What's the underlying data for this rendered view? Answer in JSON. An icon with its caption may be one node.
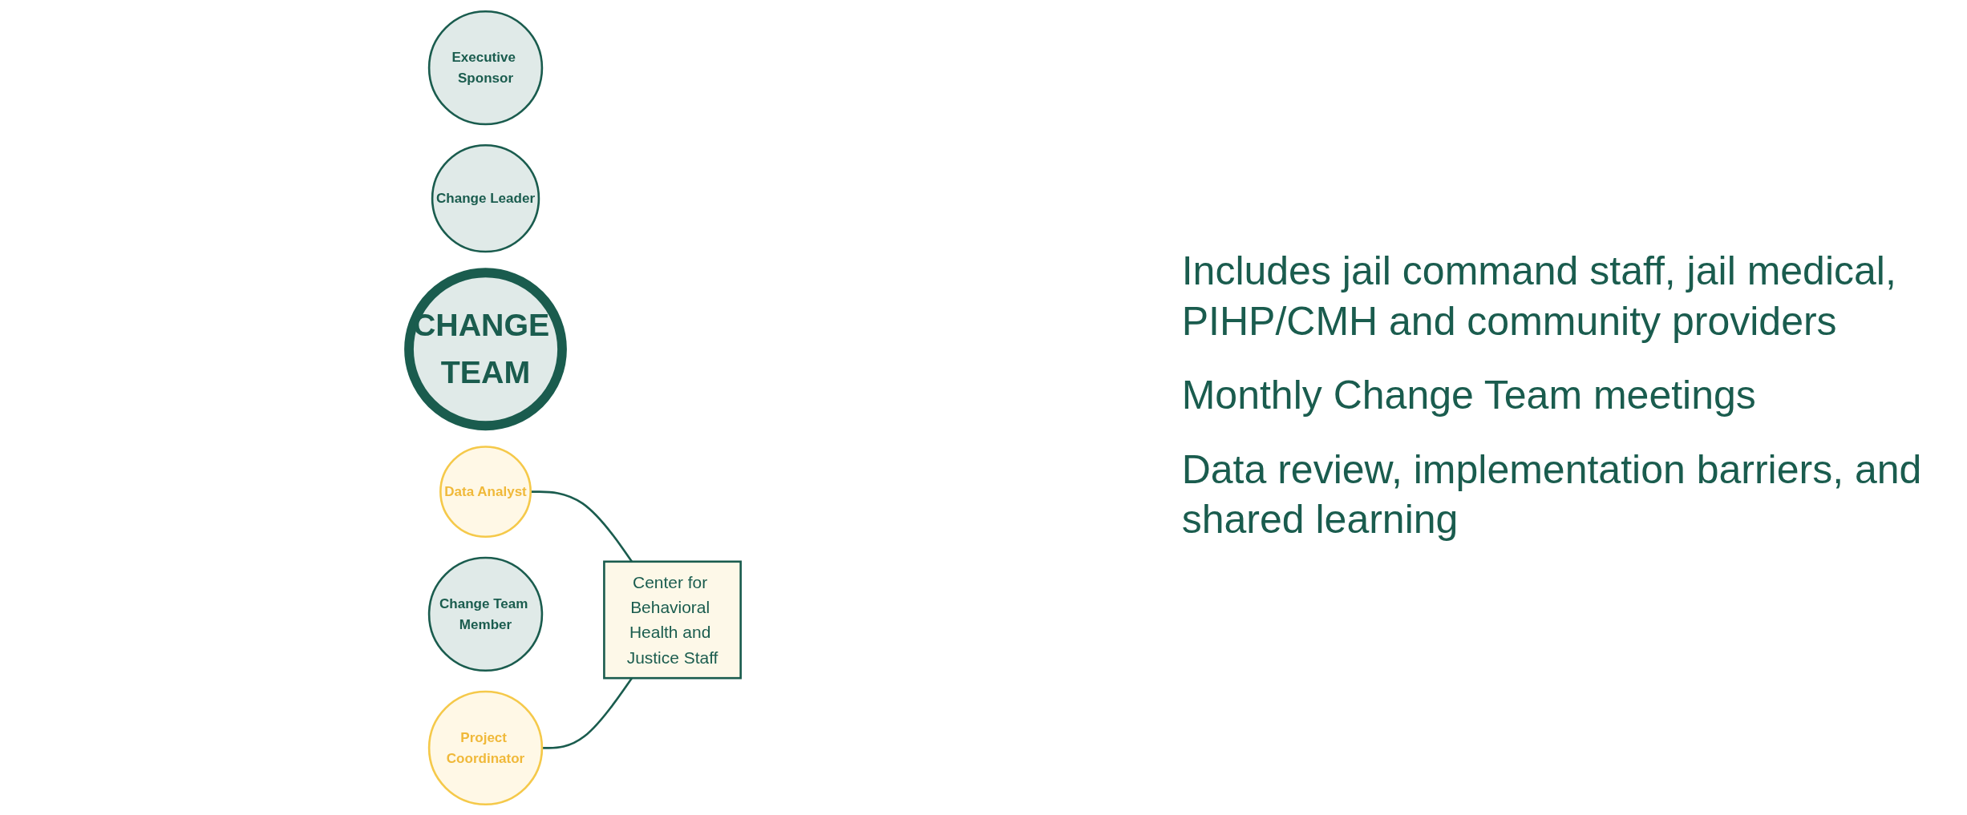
{
  "diagram": {
    "nodes": [
      {
        "text": [
          "Executive Sponsor"
        ]
      },
      {
        "text": [
          "Change Leader"
        ]
      },
      {
        "text": [
          "CHANGE TEAM"
        ]
      },
      {
        "text": [
          "Data Analyst"
        ]
      },
      {
        "text": [
          "Change Team Member"
        ]
      },
      {
        "text": [
          "Project Coordinator"
        ]
      },
      {
        "text": [
          "Center for Behavioral Health and Justice Staff"
        ]
      }
    ],
    "edges": [
      {
        "from": 3,
        "to": 6,
        "arrow": "none"
      },
      {
        "from": 5,
        "to": 6,
        "arrow": "none"
      }
    ],
    "labels": [
      "Includes jail command staff, jail medical, PIHP/CMH and community providers",
      "Monthly Change Team meetings",
      "Data review, implementation barriers, and shared learning"
    ]
  }
}
